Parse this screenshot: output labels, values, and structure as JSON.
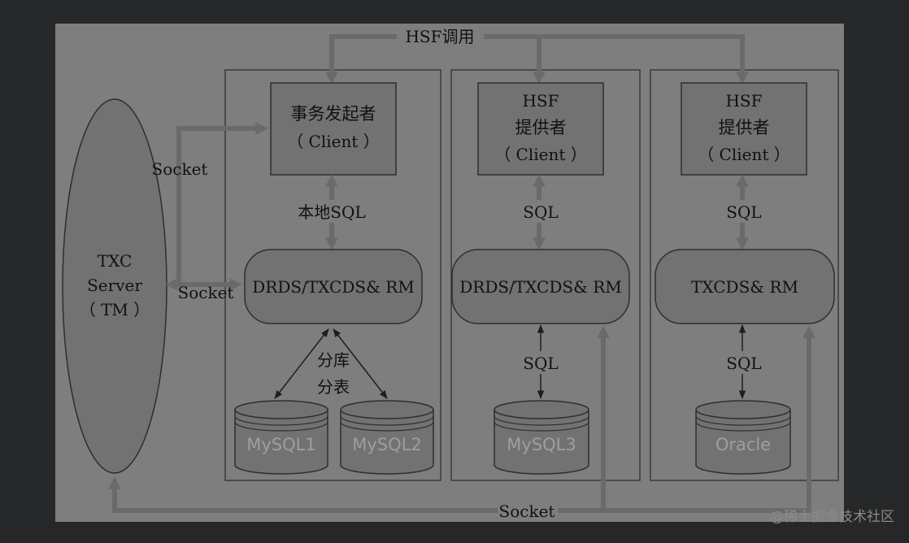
{
  "diagram": {
    "hsf_call": "HSF调用",
    "txc_server": {
      "line1": "TXC",
      "line2": "Server",
      "line3": "（ TM ）"
    },
    "socket_top": "Socket",
    "socket_mid": "Socket",
    "socket_bottom": "Socket",
    "col1": {
      "box_line1": "事务发起者",
      "box_line2": "（ Client ）",
      "sql_label": "本地SQL",
      "rm": "DRDS/TXCDS& RM",
      "shard_line1": "分库",
      "shard_line2": "分表",
      "db1": "MySQL1",
      "db2": "MySQL2"
    },
    "col2": {
      "box_line1": "HSF",
      "box_line2": "提供者",
      "box_line3": "（ Client ）",
      "sql_top": "SQL",
      "rm": "DRDS/TXCDS& RM",
      "sql_bottom": "SQL",
      "db": "MySQL3"
    },
    "col3": {
      "box_line1": "HSF",
      "box_line2": "提供者",
      "box_line3": "（ Client ）",
      "sql_top": "SQL",
      "rm": "TXCDS& RM",
      "sql_bottom": "SQL",
      "db": "Oracle"
    }
  },
  "watermark": "@稀土掘金技术社区",
  "colors": {
    "page_bg": "#262729",
    "panel_bg": "#7e7e7e",
    "box_fill": "#727272",
    "stroke": "#3a3a3a",
    "thick_arrow": "#6a6a6a",
    "db_text": "#9e9e9e"
  }
}
